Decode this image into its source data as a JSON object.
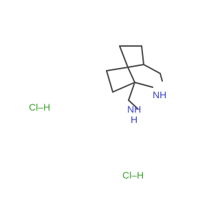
{
  "molecule": {
    "atoms": {
      "ring_nh": {
        "text": "NH",
        "color": "#3b42c8"
      },
      "amine_nh": {
        "text": "NH",
        "color": "#3b42c8"
      },
      "amine_h": {
        "text": "H",
        "color": "#3b42c8"
      },
      "hcl_1": {
        "text": "Cl–H",
        "color": "#3ea12f"
      },
      "hcl_2": {
        "text": "Cl–H",
        "color": "#3ea12f"
      }
    },
    "bond_color": "#474747"
  }
}
